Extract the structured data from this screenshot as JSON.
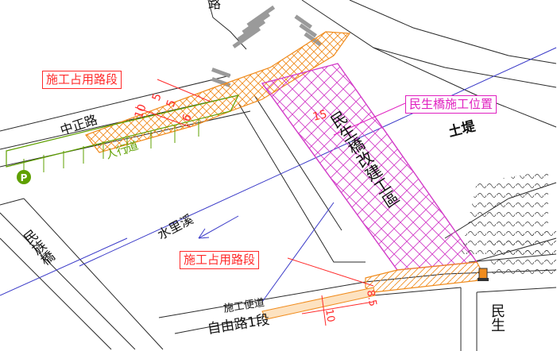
{
  "map": {
    "callouts": {
      "work_zone_top": "施工占用路段",
      "bridge_location": "民生橋施工位置",
      "work_zone_bottom": "施工占用路段"
    },
    "roads": {
      "zhongzheng": "中正路",
      "ziyou": "自由路1段",
      "minzu_bridge": "民族橋",
      "minsheng_right": "民生"
    },
    "labels": {
      "river": "水里溪",
      "embankment": "土堤",
      "temp_road": "施工便道",
      "rebuild_zone": "民生橋改建工區",
      "sidewalk": "人行道",
      "parking_symbol": "P",
      "road_top_fragment": "路"
    },
    "dimensions": {
      "bridge_width": "15",
      "top_widths": [
        "5",
        "5",
        "6"
      ],
      "top_length": "10",
      "bottom_length": "10",
      "bottom_width": "8.5"
    },
    "colors": {
      "work_zone": "#f08c1e",
      "bridge_zone": "#d23cc8",
      "callout_red": "#ff2a2a",
      "callout_magenta": "#e020c0",
      "parking": "#5fa000",
      "linework": "#2a2a2a",
      "river_line": "#3a3ac8"
    }
  }
}
